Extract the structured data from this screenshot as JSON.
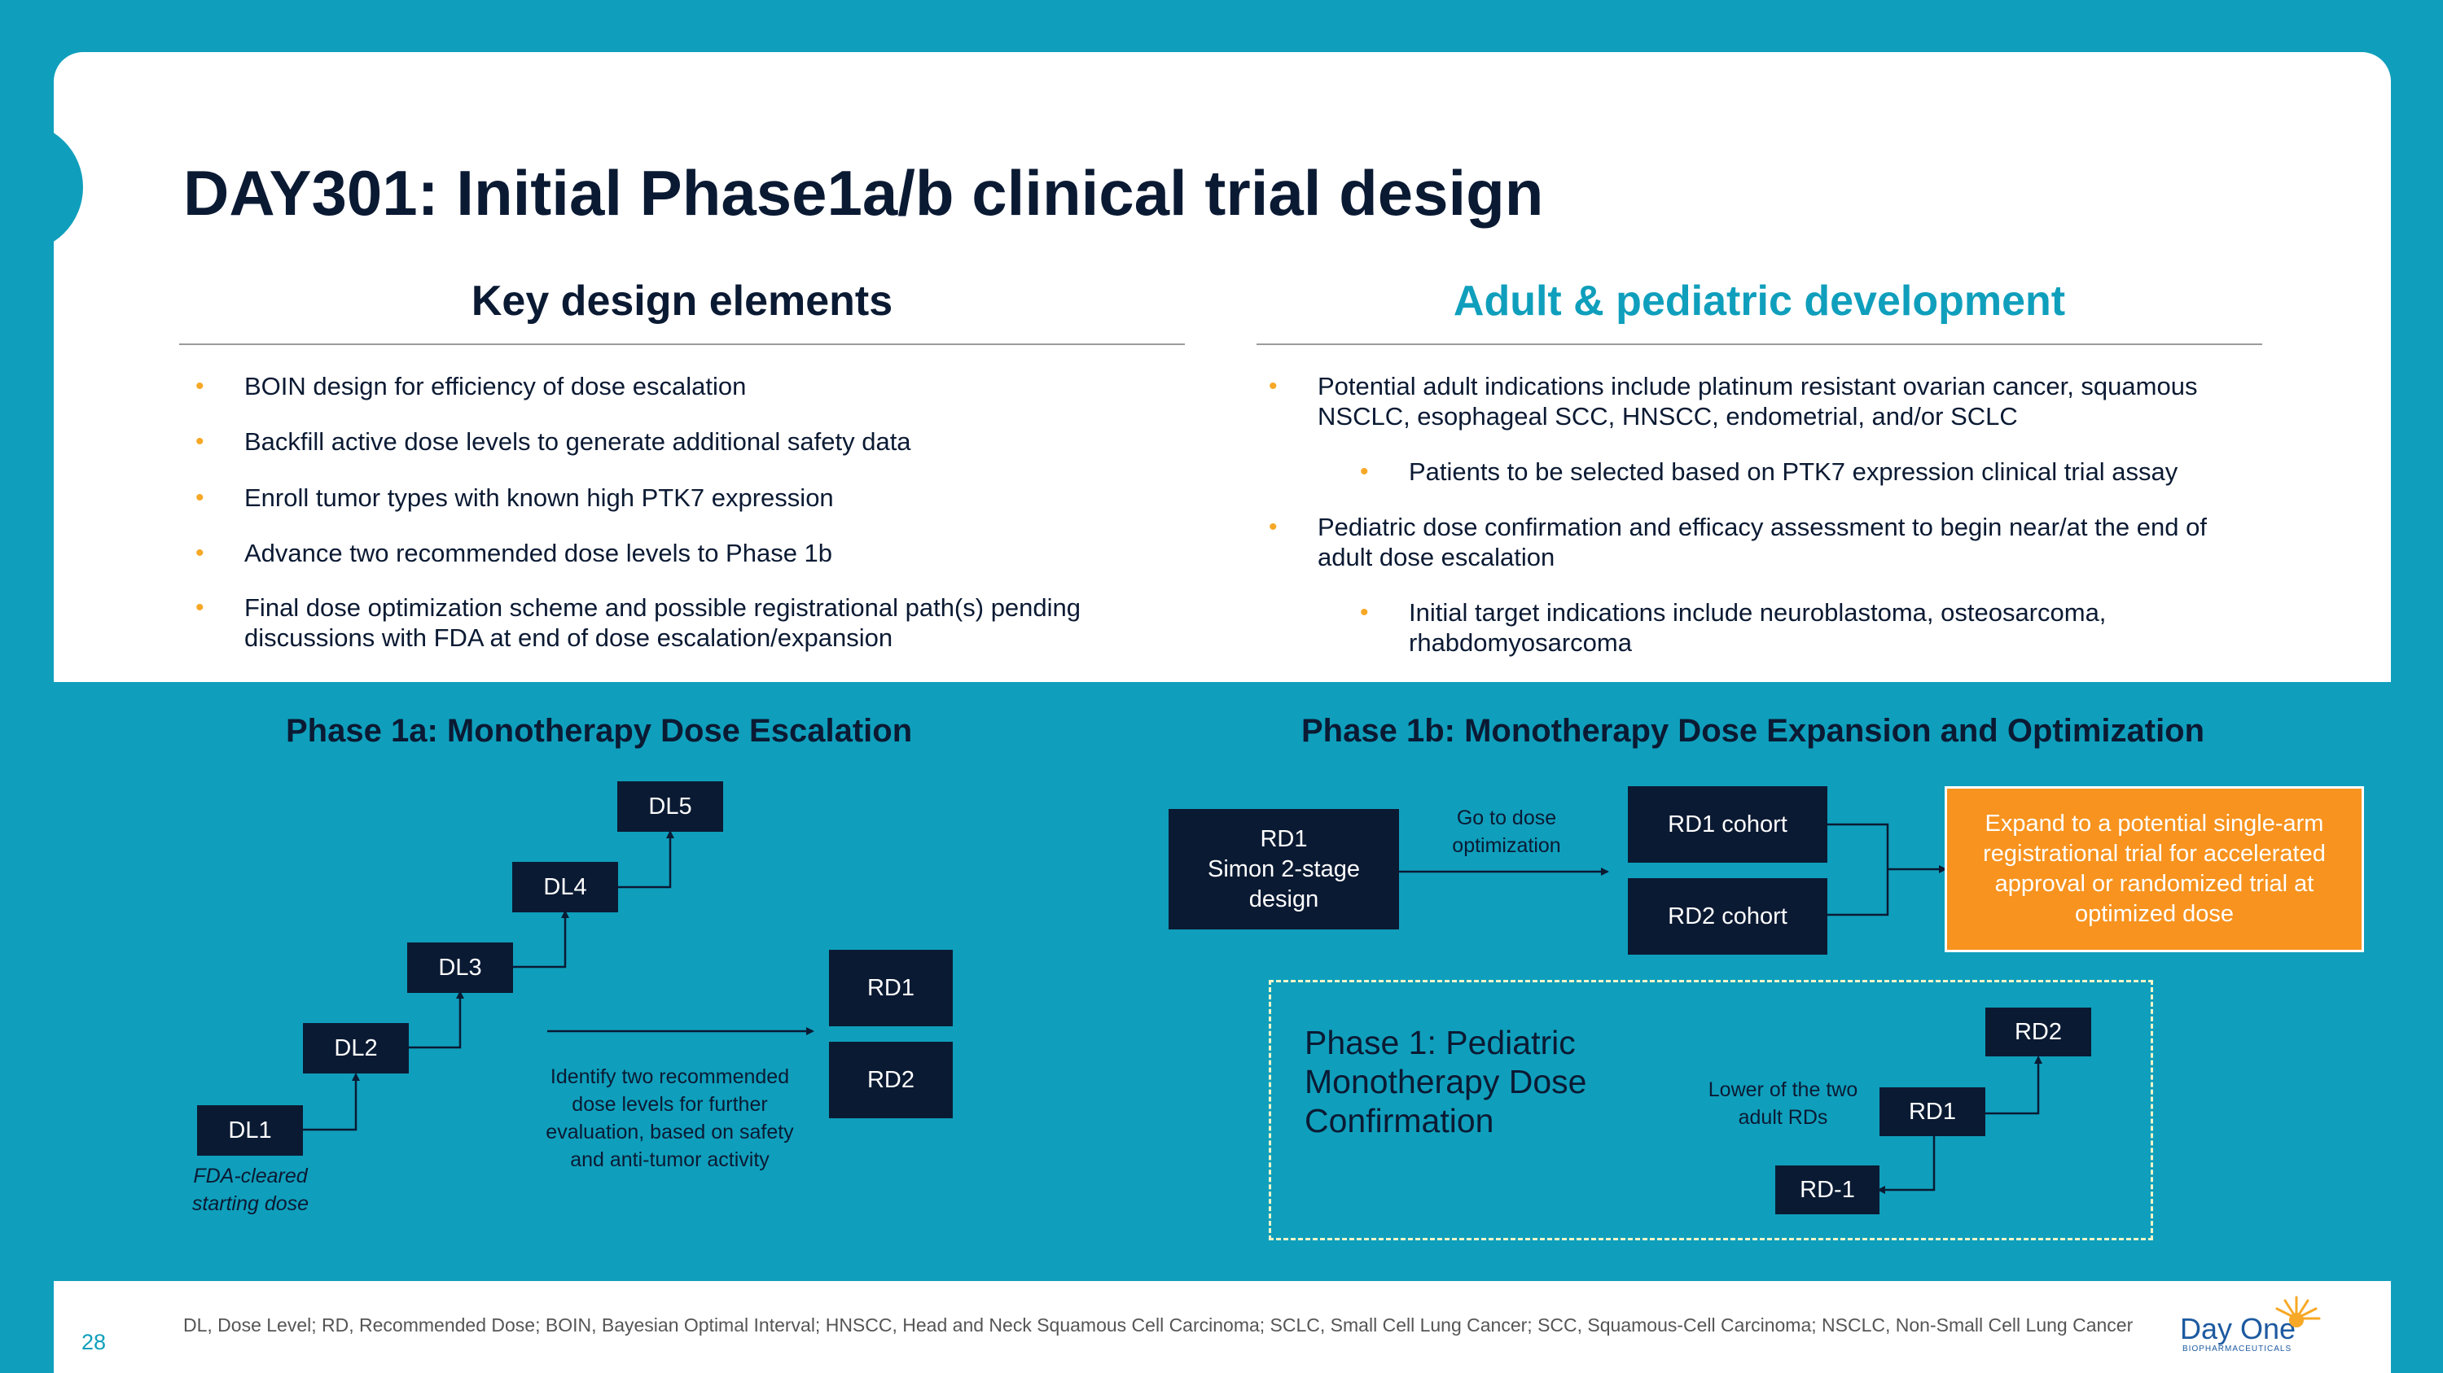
{
  "slide": {
    "title": "DAY301: Initial Phase1a/b clinical trial design",
    "page_number": "28"
  },
  "left_column": {
    "heading": "Key design elements",
    "bullets": [
      "BOIN design for efficiency of dose escalation",
      "Backfill active dose levels to generate additional safety data",
      "Enroll tumor types with known high PTK7 expression",
      "Advance two recommended dose levels to Phase 1b",
      "Final dose optimization scheme and possible registrational path(s) pending discussions with FDA at end of dose escalation/expansion"
    ]
  },
  "right_column": {
    "heading": "Adult & pediatric development",
    "bullet_1": "Potential adult indications include platinum resistant ovarian cancer, squamous NSCLC, esophageal SCC, HNSCC, endometrial, and/or SCLC",
    "sub_1": "Patients to be selected based on PTK7 expression clinical trial assay",
    "bullet_2": "Pediatric dose confirmation and efficacy assessment to begin near/at the end of adult dose escalation",
    "sub_2": "Initial target indications include neuroblastoma, osteosarcoma, rhabdomyosarcoma"
  },
  "phase1a": {
    "title": "Phase 1a: Monotherapy Dose Escalation",
    "dose_levels": [
      "DL1",
      "DL2",
      "DL3",
      "DL4",
      "DL5"
    ],
    "start_caption": "FDA-cleared starting dose",
    "arrow_caption": "Identify two recommended dose levels for further evaluation, based on safety and anti-tumor activity",
    "rd1": "RD1",
    "rd2": "RD2"
  },
  "phase1b": {
    "title": "Phase 1b: Monotherapy Dose Expansion and Optimization",
    "rd1_design": "RD1\nSimon 2-stage\ndesign",
    "arrow_caption": "Go to dose optimization",
    "rd1_cohort": "RD1 cohort",
    "rd2_cohort": "RD2 cohort",
    "outcome": "Expand to a potential single-arm registrational trial for accelerated approval or randomized trial at optimized dose"
  },
  "pediatric": {
    "title": "Phase 1: Pediatric Monotherapy Dose Confirmation",
    "caption": "Lower of the two adult RDs",
    "rd2": "RD2",
    "rd1": "RD1",
    "rd_minus_1": "RD-1"
  },
  "footer": {
    "footnote": "DL, Dose Level; RD, Recommended Dose; BOIN, Bayesian Optimal Interval; HNSCC, Head and Neck Squamous Cell Carcinoma; SCLC, Small Cell Lung Cancer; SCC, Squamous-Cell Carcinoma; NSCLC, Non-Small Cell Lung Cancer",
    "logo_text": "Day One",
    "logo_sub": "BIOPHARMACEUTICALS"
  },
  "colors": {
    "background": "#0f9fbc",
    "navy": "#0b1a33",
    "accent_teal": "#0f9fbc",
    "bullet_orange": "#f7a826",
    "outcome_orange": "#f7931e"
  }
}
